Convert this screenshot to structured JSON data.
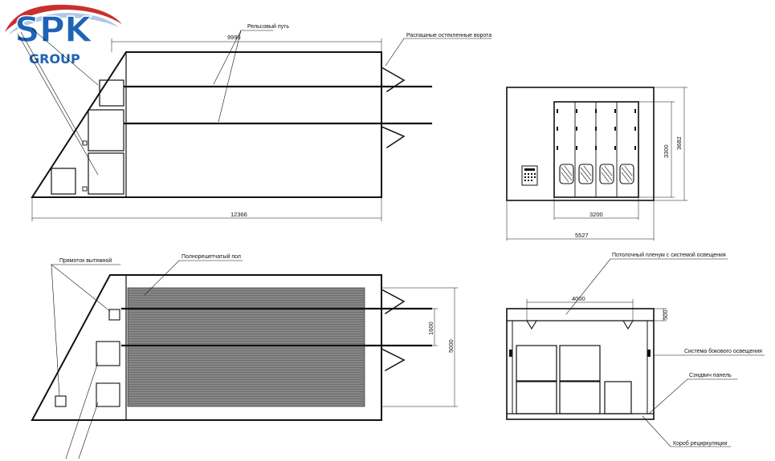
{
  "logo": {
    "main_text": "SPK",
    "sub_text": "GROUP",
    "colors": {
      "blue": "#1e63b6",
      "red": "#c9302c"
    }
  },
  "top_view": {
    "labels": {
      "rail_track": "Рельсовый путь",
      "glazed_gates": "Распашные остекленные ворота"
    },
    "dimensions": {
      "inner_length": "9995",
      "overall_length": "12366"
    }
  },
  "front_view": {
    "dimensions": {
      "opening_width": "3200",
      "overall_width": "5527",
      "opening_height": "3300",
      "overall_height": "3682"
    }
  },
  "floor_plan": {
    "labels": {
      "exhaust_vent": "Прямоток вытяжной",
      "grated_floor": "Полнорешетчатый пол"
    },
    "dimensions": {
      "rail_gauge": "1600",
      "width": "5000"
    }
  },
  "section_view": {
    "labels": {
      "ceiling_plenum": "Потолочный пленум с системой освещения",
      "side_lighting": "Система бокового освещения",
      "sandwich_panel": "Сэндвич панель",
      "recirculation_box": "Короб рециркуляции"
    },
    "dimensions": {
      "plenum_width": "4000",
      "plenum_height": "500"
    }
  },
  "colors": {
    "line": "#111111",
    "grating": "#6e6e6e",
    "grating_dark": "#4a4a4a"
  }
}
